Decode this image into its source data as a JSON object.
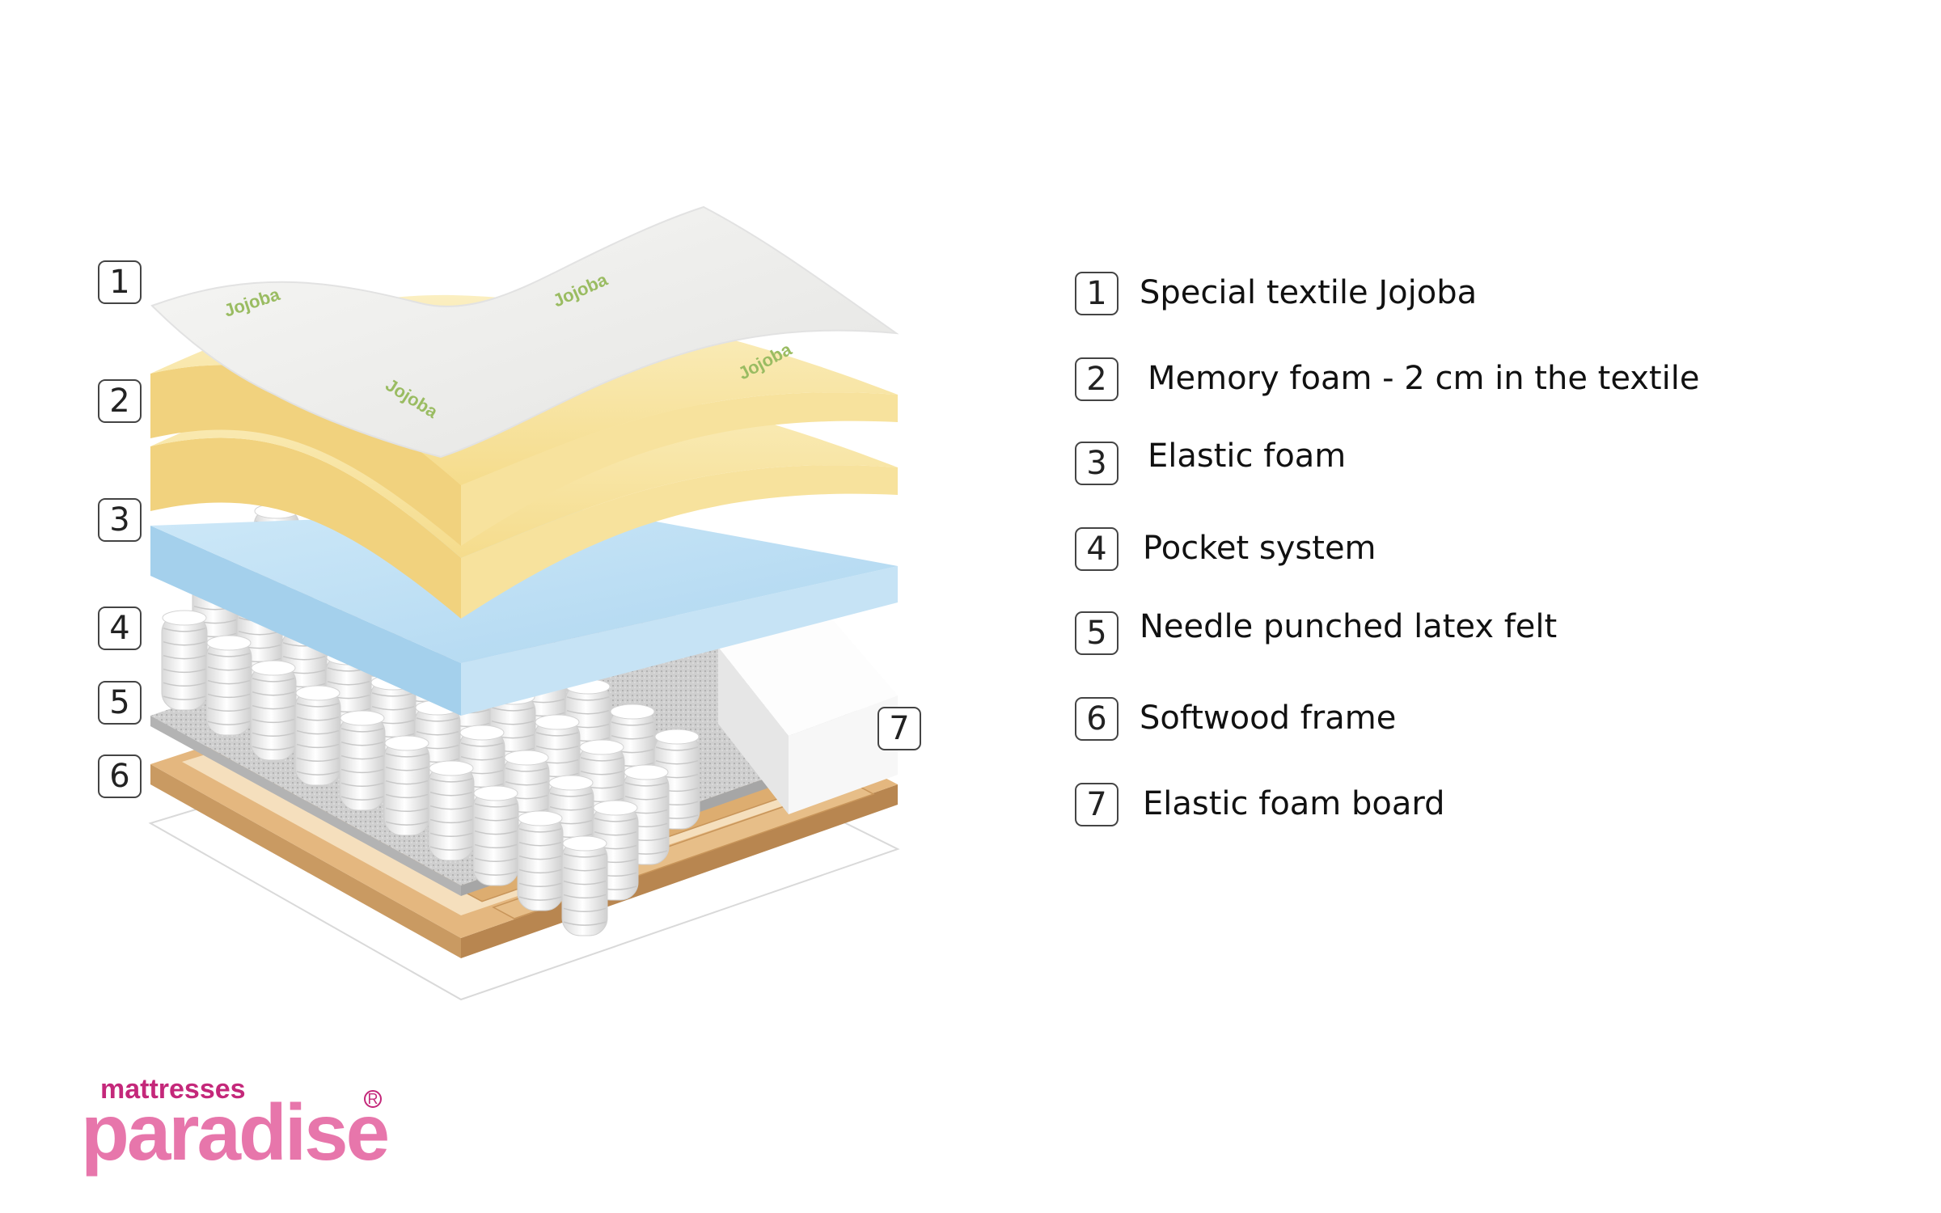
{
  "callouts": [
    "1",
    "2",
    "3",
    "4",
    "5",
    "6",
    "7"
  ],
  "legend": [
    {
      "num": "1",
      "label": "Special textile Jojoba"
    },
    {
      "num": "2",
      "label": "Memory foam - 2 cm in the textile"
    },
    {
      "num": "3",
      "label": "Elastic foam"
    },
    {
      "num": "4",
      "label": "Pocket system"
    },
    {
      "num": "5",
      "label": "Needle punched latex felt"
    },
    {
      "num": "6",
      "label": "Softwood frame"
    },
    {
      "num": "7",
      "label": "Elastic foam board"
    }
  ],
  "textile_print": "Jojoba",
  "logo": {
    "small": "mattresses",
    "big": "paradise",
    "reg": "R"
  },
  "colors": {
    "textile": "#eeeeec",
    "memory_foam": "#f7e3a0",
    "elastic_foam": "#b9dcf2",
    "springs": "#f4f4f4",
    "felt": "#c9c9c9",
    "frame": "#d9aa72",
    "base": "#ffffff",
    "foam_board": "#f3f3f3",
    "logo_dark": "#c4287a",
    "logo_light": "#e776ab",
    "jojoba_print": "#9abc62"
  }
}
